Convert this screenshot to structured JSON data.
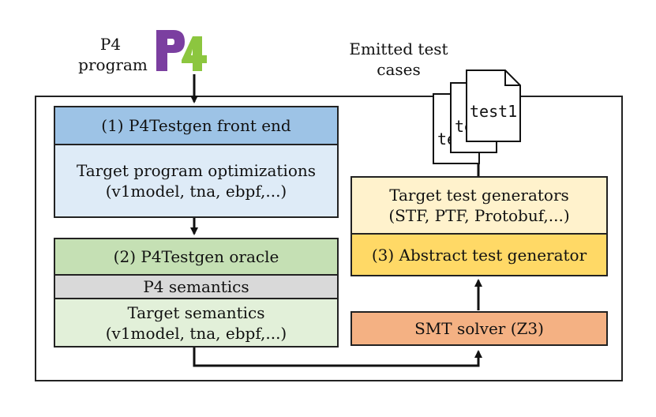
{
  "input": {
    "label_line1": "P4",
    "label_line2": "program",
    "logo_text": "P4"
  },
  "output": {
    "label_line1": "Emitted test",
    "label_line2": "cases",
    "docs": [
      "te",
      "te",
      "test1"
    ]
  },
  "front_end": {
    "header": "(1) P4Testgen front end",
    "body_line1": "Target program optimizations",
    "body_line2": "(v1model, tna, ebpf,...)"
  },
  "oracle": {
    "header": "(2) P4Testgen oracle",
    "semantics": "P4 semantics",
    "body_line1": "Target semantics",
    "body_line2": "(v1model, tna, ebpf,...)"
  },
  "generators": {
    "body_line1": "Target test generators",
    "body_line2": "(STF, PTF, Protobuf,...)",
    "abstract": "(3) Abstract test generator"
  },
  "solver": {
    "label": "SMT solver (Z3)"
  },
  "colors": {
    "front_end_header": "#9dc3e6",
    "front_end_body": "#deebf7",
    "oracle_header": "#c5e0b4",
    "oracle_semantics": "#d9d9d9",
    "oracle_body": "#e2f0d9",
    "generators_body": "#fff2cc",
    "abstract": "#ffd966",
    "solver": "#f4b183",
    "logo_purple": "#7b3fa0",
    "logo_green": "#8cc63f"
  }
}
